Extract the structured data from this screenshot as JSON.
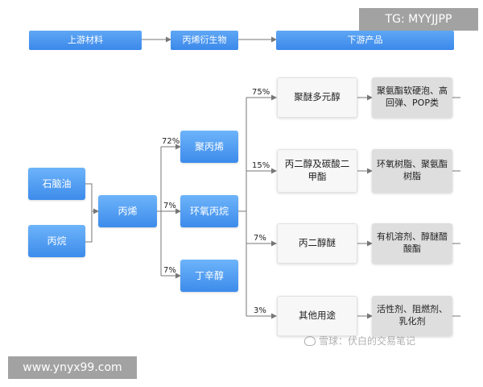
{
  "header": {
    "upstream": "上游材料",
    "derivatives": "丙烯衍生物",
    "downstream": "下游产品"
  },
  "sources": {
    "naphtha": "石脑油",
    "propane": "丙烷"
  },
  "hub": "丙烯",
  "derivatives": [
    {
      "label": "聚丙烯",
      "share": "72%"
    },
    {
      "label": "环氧丙烷",
      "share": "7%"
    },
    {
      "label": "丁辛醇",
      "share": "7%"
    }
  ],
  "intermediates": [
    {
      "label": "聚醚多元醇",
      "share": "75%"
    },
    {
      "label": "丙二醇及碳酸二甲酯",
      "share": "15%"
    },
    {
      "label": "丙二醇醚",
      "share": "7%"
    },
    {
      "label": "其他用途",
      "share": "3%"
    }
  ],
  "products": [
    "聚氨酯软硬泡、高回弹、POP类",
    "环氧树脂、聚氨酯树脂",
    "有机溶剂、醇醚醋酸酯",
    "活性剂、阻燃剂、乳化剂"
  ],
  "overlays": {
    "telegram": "TG: MYYJJPP",
    "site": "www.ynyx99.com",
    "watermark": "雪球：伏白的交易笔记"
  },
  "colors": {
    "blue_top": "#6db4fa",
    "blue_bottom": "#3d8ceb",
    "line": "#777777",
    "gray_box": "#dedede"
  },
  "icons": {
    "watermark_logo": "snowball-icon"
  }
}
